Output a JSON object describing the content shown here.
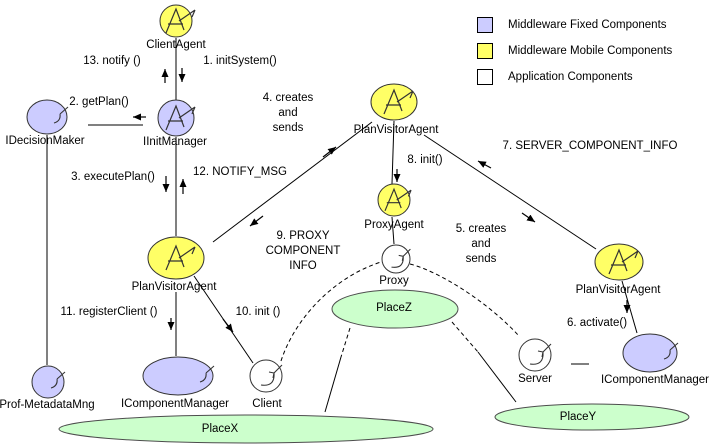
{
  "legend": {
    "items": [
      {
        "label": "Middleware Fixed Components",
        "color": "#ccccff"
      },
      {
        "label": "Middleware Mobile Components",
        "color": "#ffff66"
      },
      {
        "label": "Application Components",
        "color": "#ffffff"
      }
    ]
  },
  "nodes": {
    "client_agent": "ClientAgent",
    "iinit_manager": "IInitManager",
    "idecision_maker": "IDecisionMaker",
    "plan_visitor_left": "PlanVisitorAgent",
    "plan_visitor_mid": "PlanVisitorAgent",
    "plan_visitor_right": "PlanVisitorAgent",
    "proxy_agent": "ProxyAgent",
    "prof_metadata_mng": "Prof-MetadataMng",
    "icomponent_manager_left": "IComponentManager",
    "icomponent_manager_right": "IComponentManager",
    "client": "Client",
    "proxy": "Proxy",
    "server": "Server"
  },
  "places": {
    "place_x": "PlaceX",
    "place_y": "PlaceY",
    "place_z": "PlaceZ"
  },
  "messages": {
    "m1": "1. initSystem()",
    "m2": "2. getPlan()",
    "m3": "3. executePlan()",
    "m4": "4. creates\nand\nsends",
    "m5": "5. creates\nand\nsends",
    "m6": "6. activate()",
    "m7": "7. SERVER_COMPONENT_INFO",
    "m8": "8. init()",
    "m9": "9. PROXY\nCOMPONENT\nINFO",
    "m10": "10. init ()",
    "m11": "11. registerClient ()",
    "m12": "12. NOTIFY_MSG",
    "m13": "13. notify ()"
  },
  "colors": {
    "middleware_fixed": "#ccccff",
    "middleware_mobile": "#ffff66",
    "application": "#ffffff",
    "place": "#ccffcc",
    "line": "#000000"
  }
}
